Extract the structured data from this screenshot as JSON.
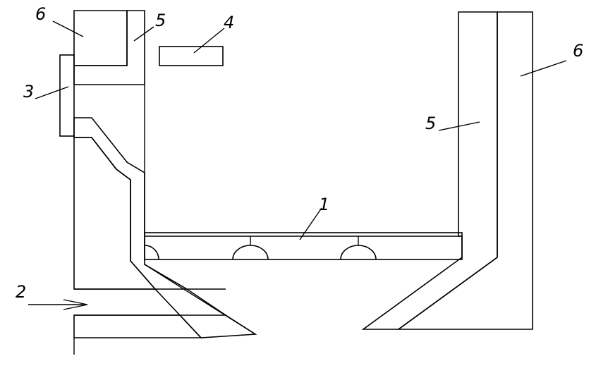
{
  "labels": {
    "grate": "1",
    "inlet": "2",
    "door": "3",
    "block": "4",
    "lining_left": "5",
    "lining_right": "5",
    "wall_left": "6",
    "wall_right": "6"
  }
}
